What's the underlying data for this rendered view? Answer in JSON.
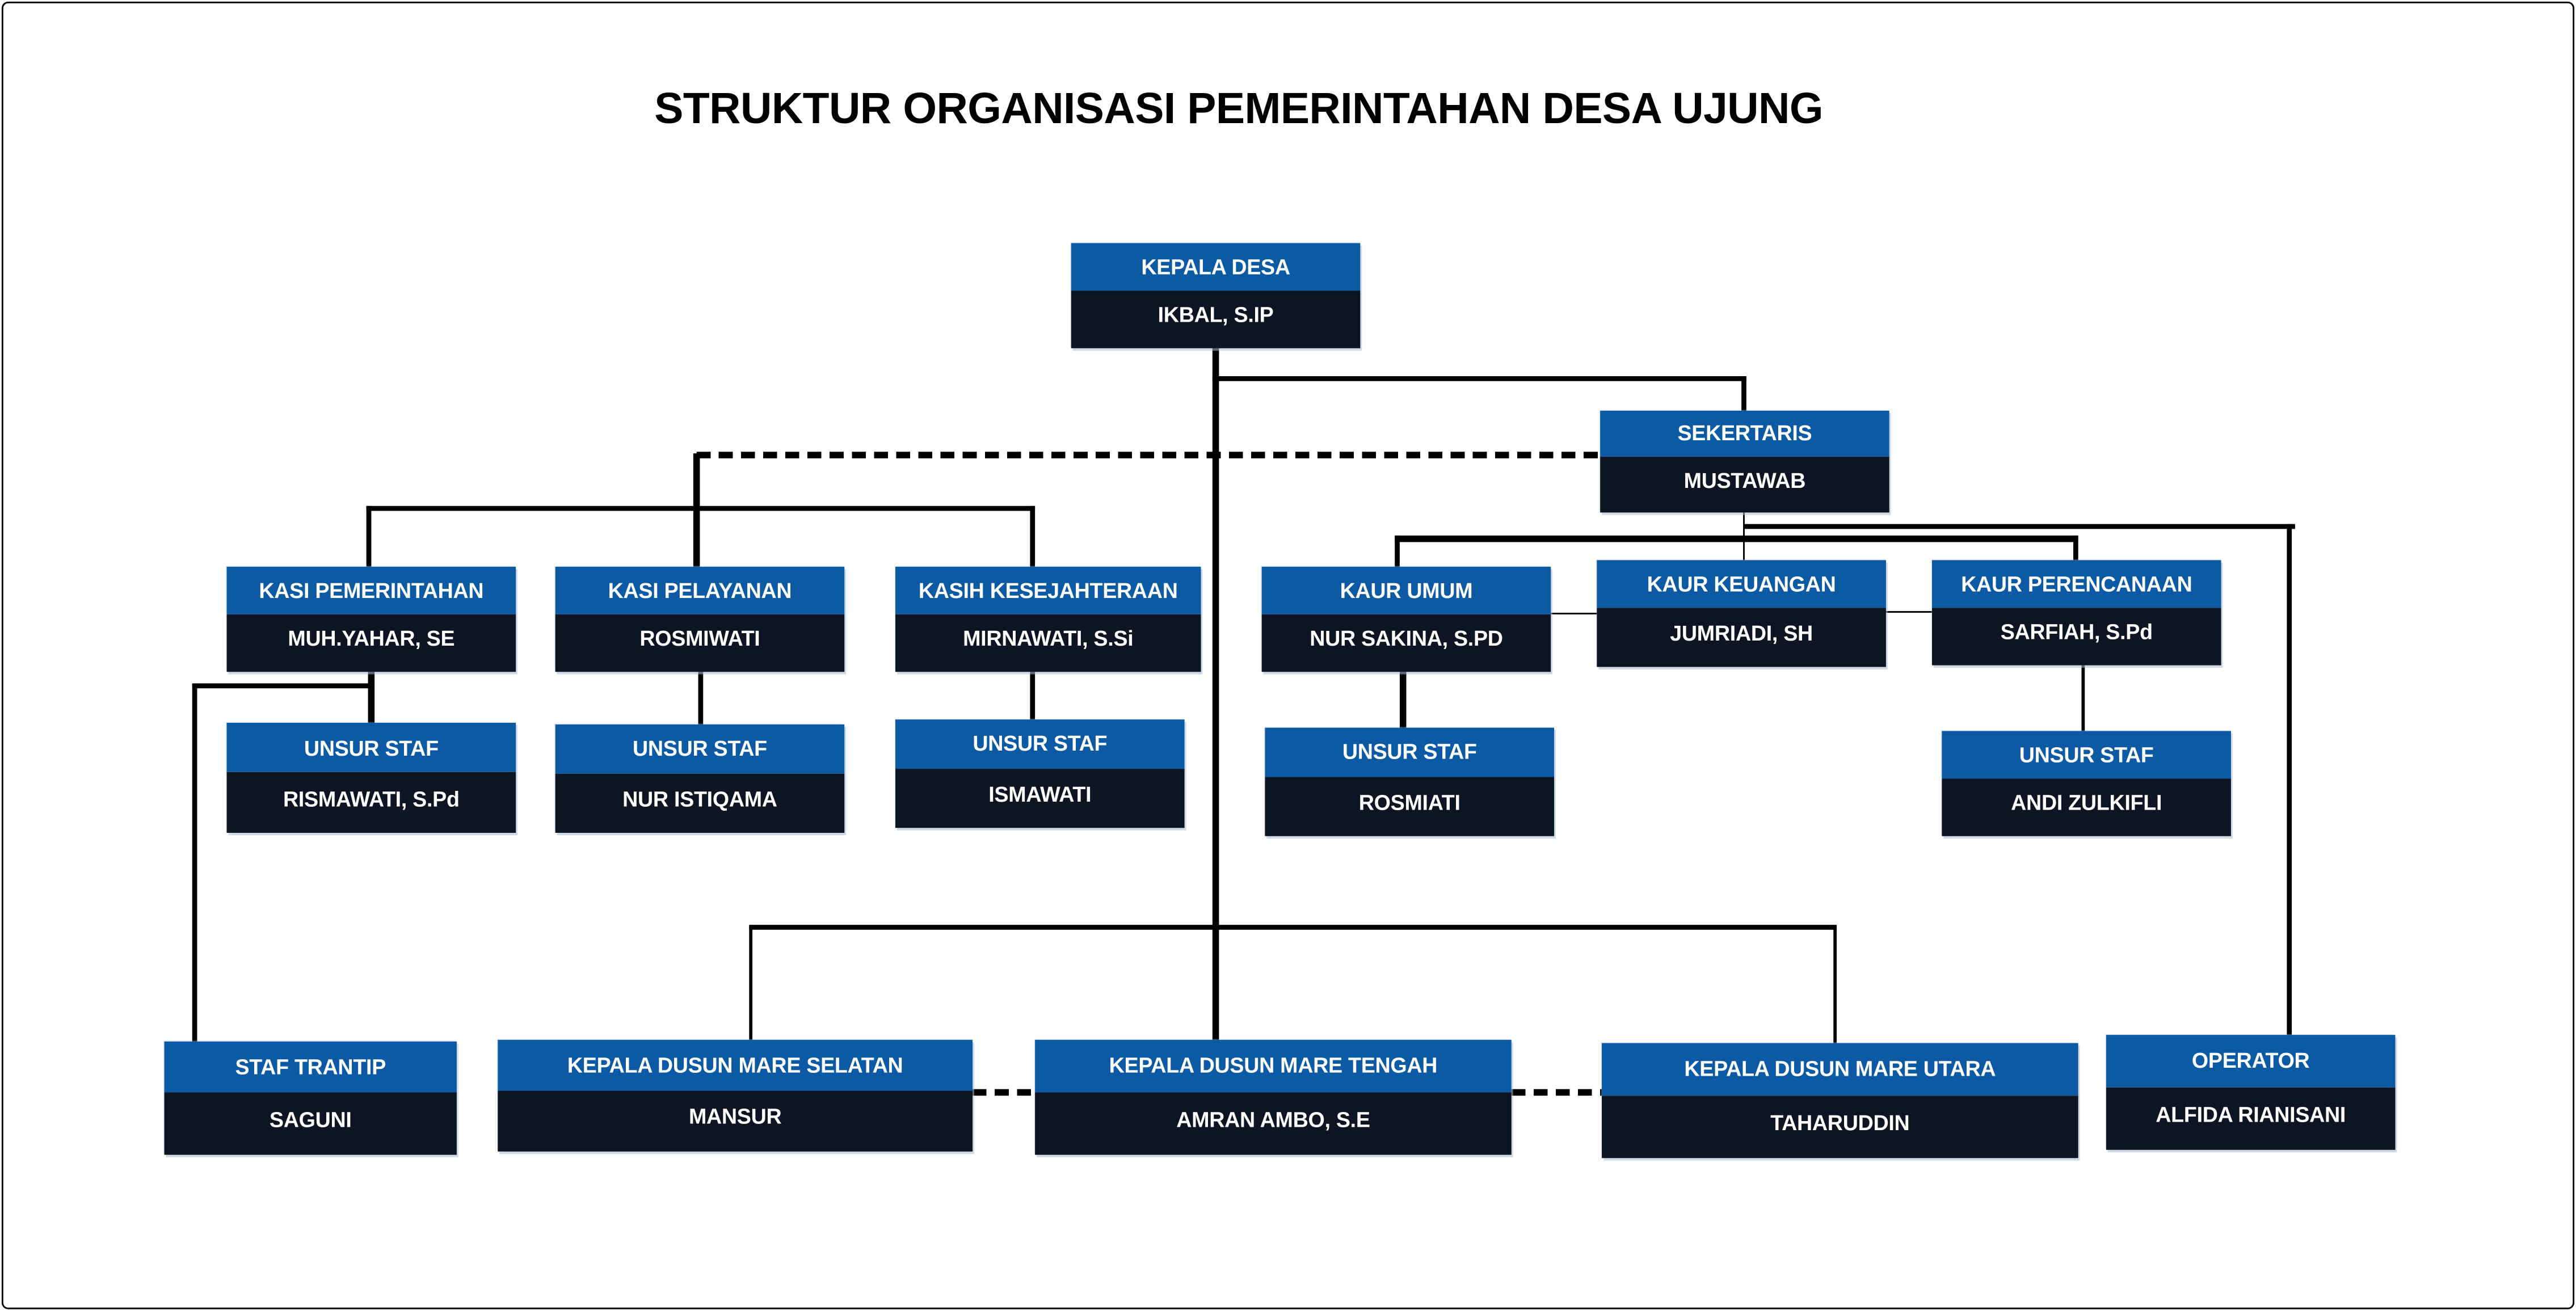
{
  "title": "STRUKTUR ORGANISASI PEMERINTAHAN DESA UJUNG",
  "colors": {
    "header_blue": "#0B5AA3",
    "body_navy": "#0D1523",
    "line_black": "#000000",
    "background": "#FFFFFF"
  },
  "org": {
    "nodes": [
      {
        "id": "kepala-desa",
        "title": "KEPALA DESA",
        "name": "IKBAL, S.IP"
      },
      {
        "id": "sekertaris",
        "title": "SEKERTARIS",
        "name": "MUSTAWAB"
      },
      {
        "id": "kasi-pemerintahan",
        "title": "KASI PEMERINTAHAN",
        "name": "MUH.YAHAR, SE"
      },
      {
        "id": "kasi-pelayanan",
        "title": "KASI PELAYANAN",
        "name": "ROSMIWATI"
      },
      {
        "id": "kasih-kesejahteraan",
        "title": "KASIH KESEJAHTERAAN",
        "name": "MIRNAWATI, S.Si"
      },
      {
        "id": "kaur-umum",
        "title": "KAUR UMUM",
        "name": "NUR SAKINA, S.PD"
      },
      {
        "id": "kaur-keuangan",
        "title": "KAUR KEUANGAN",
        "name": "JUMRIADI, SH"
      },
      {
        "id": "kaur-perencanaan",
        "title": "KAUR PERENCANAAN",
        "name": "SARFIAH, S.Pd"
      },
      {
        "id": "unsur-staf-pemerintahan",
        "title": "UNSUR STAF",
        "name": "RISMAWATI, S.Pd"
      },
      {
        "id": "unsur-staf-pelayanan",
        "title": "UNSUR STAF",
        "name": "NUR ISTIQAMA"
      },
      {
        "id": "unsur-staf-kesejahteraan",
        "title": "UNSUR STAF",
        "name": "ISMAWATI"
      },
      {
        "id": "unsur-staf-umum",
        "title": "UNSUR STAF",
        "name": "ROSMIATI"
      },
      {
        "id": "unsur-staf-perencanaan",
        "title": "UNSUR STAF",
        "name": "ANDI ZULKIFLI"
      },
      {
        "id": "staf-trantip",
        "title": "STAF TRANTIP",
        "name": "SAGUNI"
      },
      {
        "id": "kadus-mare-selatan",
        "title": "KEPALA DUSUN MARE SELATAN",
        "name": "MANSUR"
      },
      {
        "id": "kadus-mare-tengah",
        "title": "KEPALA DUSUN MARE TENGAH",
        "name": "AMRAN AMBO, S.E"
      },
      {
        "id": "kadus-mare-utara",
        "title": "KEPALA DUSUN MARE UTARA",
        "name": "TAHARUDDIN"
      },
      {
        "id": "operator",
        "title": "OPERATOR",
        "name": "ALFIDA RIANISANI"
      }
    ]
  }
}
